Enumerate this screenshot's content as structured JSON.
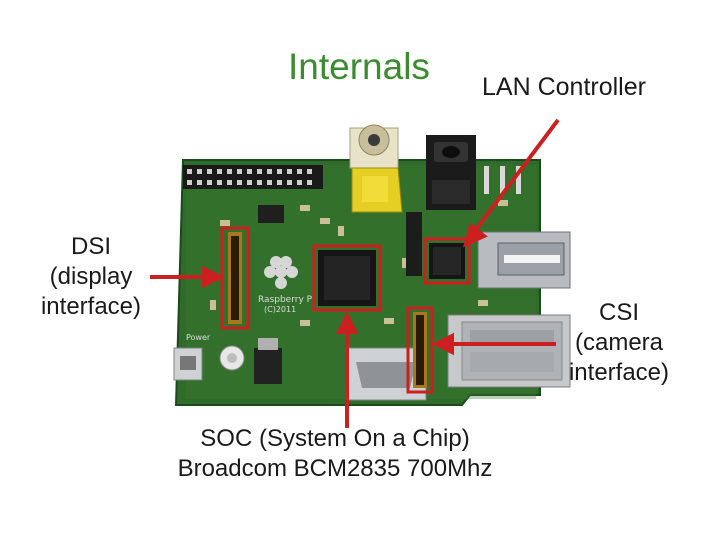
{
  "slide": {
    "title": "Internals",
    "labels": {
      "lan": "LAN Controller",
      "dsi_line1": "DSI",
      "dsi_line2": "(display",
      "dsi_line3": "interface)",
      "csi_line1": "CSI",
      "csi_line2": "(camera",
      "csi_line3": "interface)",
      "soc_line1": "SOC (System On a Chip)",
      "soc_line2": "Broadcom BCM2835 700Mhz"
    },
    "board_text": {
      "brand": "Raspberry Pi",
      "year": "(C)2011",
      "power": "Power"
    },
    "colors": {
      "title": "#3a8d2f",
      "pcb": "#2f6b2a",
      "highlight": "#cc1f1f"
    }
  }
}
